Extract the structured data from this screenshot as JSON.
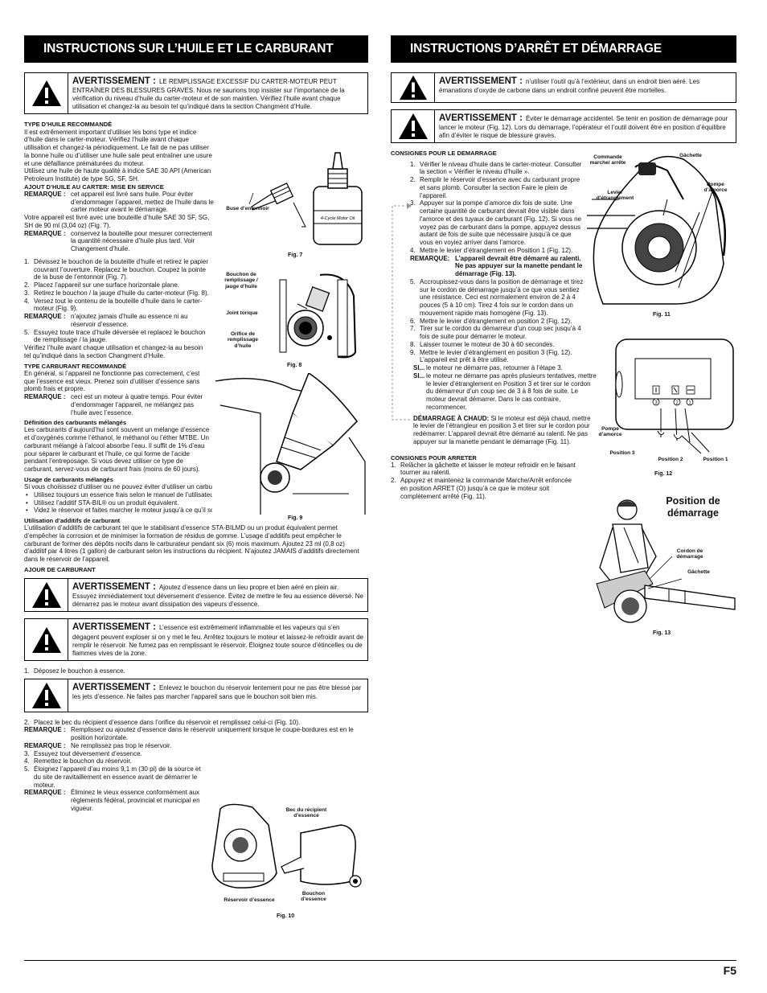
{
  "left": {
    "title": "INSTRUCTIONS SUR L’HUILE ET LE CARBURANT",
    "warn1": {
      "title": "AVERTISSEMENT :",
      "text": "LE REMPLISSAGE EXCESSIF DU CARTER-MOTEUR PEUT ENTRAÎNER DES BLESSURES GRAVES. Nous ne saurions trop insister sur l’importance de la vérification du niveau d’huile du carter-moteur et de son maintien. Vérifiez l’huile avant chaque utilisation et changez-la au besoin tel qu’indiqué dans la section Changment d’Huile."
    },
    "h_type_huile": "TYPE D’HUILE RECOMMANDÉ",
    "p_type_huile": "Il est extrêmement important d’utiliser les bons type et indice d’huile dans le carter-moteur. Vérifiez l’huile avant chaque utilisation et changez-la périodiquement. Le fait de ne pas utiliser la bonne huile ou d’utiliser une huile sale peut entraîner une usure et une défaillance prématurées du moteur.",
    "p_sae": "Utilisez une huile de haute qualité à indice SAE 30 API (American Petroleum Institute) de type SG, SF, SH.",
    "h_ajout_huile": "AJOUT D’HUILE AU CARTER: MISE EN SERVICE",
    "rem1_label": "REMARQUE :",
    "rem1_text": "cet appareil est livré sans huile. Pour éviter d’endommager l’appareil, mettez de l’huile dans le carter moteur avant le démarrage.",
    "p_bouteille": "Votre appareil est livré avec une bouteille d’huile SAE 30 SF, SG, SH de 90 ml (3,04 oz) (Fig. 7).",
    "rem2_label": "REMARQUE :",
    "rem2_text": "conservez la bouteille pour mesurer correctement la quantité nécessaire d’huile plus tard. Voir Changement d’huile.",
    "steps_huile": [
      {
        "n": "1.",
        "t": "Dévissez le bouchon de la bouteille d’huile et retirez le papier couvrant l’ouverture. Replacez le bouchon. Coupez la pointe de la buse de l’entonnoir (Fig. 7)."
      },
      {
        "n": "2.",
        "t": "Placez l’appareil sur une surface horizontale plane."
      },
      {
        "n": "3.",
        "t": "Retirez le bouchon / la jauge d’huile du carter-moteur (Fig. 8)."
      },
      {
        "n": "4.",
        "t": "Versez tout le contenu de la bouteille d’huile dans le carter-moteur (Fig. 9)."
      }
    ],
    "rem3_label": "REMARQUE :",
    "rem3_text": "n’ajoutez jamais d’huile au essence ni au réservoir d’essence.",
    "step5": {
      "n": "5.",
      "t": "Essuyez toute trace d’huile déversée et replacez le bouchon de remplissage / la jauge."
    },
    "p_verif": "Vérifiez l’huile avant chaque utilisation et changez-la au besoin tel qu’indiqué dans la section Changment d’Huile.",
    "h_type_carb": "TYPE CARBURANT RECOMMANDÉ",
    "p_type_carb": "En général, si l’appareil ne fonctionne pas correctement, c’est que l’essence est vieux. Prenez soin d’utiliser d’essence sans plomb frais et propre.",
    "rem4_label": "REMARQUE :",
    "rem4_text": "ceci est un moteur à quatre temps. Pour éviter d’endommager l’appareil, ne mélangez pas l’huile avec l’essence.",
    "h_def": "Définition des carburants mélangés",
    "p_def": "Les carburants d’aujourd’hui sont souvent un mélange d’essence et d’oxygénés comme l’éthanol, le méthanol ou l’éther MTBE. Un carburant mélangé à l’alcool absorbe l’eau. Il suffit de 1% d’eau pour séparer le carburant et l’huile, ce qui forme de l’acide pendant l’entreposage. Si vous devez utiliser ce type de carburant, servez-vous de carburant frais (moins de 60 jours).",
    "h_usage": "Usage de carburants mélangés",
    "p_usage": "Si vous choisissez d’utiliser ou ne pouvez éviter d’utiliser un carburant mélangé, suivez les conseils suivants :",
    "bullets": [
      "Utilisez toujours un essence frais selon le manuel de l’utilisateur.",
      "Utilisez l’additif STA-BIL® ou un produit équivalent.",
      "Videz le réservoir et faites marcher le moteur jusqu’à ce qu’il soit à sec avant d’entreposer l’appareil."
    ],
    "h_additifs": "Utilisation d’additifs de carburant",
    "p_additifs": "L’utilisation d’additifs de carburant tel que le stabilisant d’essence STA-BILMD ou un produit équivalent permet d’empêcher la corrosion et de minimiser la formation de résidus de gomme. L’usage d’additifs peut empêcher le carburant de former des dépôts nocifs dans le carburateur pendant six (6) mois maximum. Ajoutez 23 ml (0,8 oz) d’additif par 4 litres (1 gallon) de carburant selon les instructions du récipient. N’ajoutez JAMAIS d’additifs directement dans le réservoir de l’appareil.",
    "h_ajour": "AJOUR DE CARBURANT",
    "warn2": {
      "title": "AVERTISSEMENT :",
      "text": "Ajoutez d’essence dans un lieu propre et bien aéré en plein air. Essuyez immédiatement tout déversement d’essence. Évitez de mettre le feu au essence déversé. Ne démarrez pas le moteur avant dissipation des vapeurs d’essence."
    },
    "warn3": {
      "title": "AVERTISSEMENT :",
      "text": "L’essence est extrêmement inflammable et les vapeurs qui s’en dégagent peuvent exploser si on y met le feu. Arrêtez toujours le moteur et laissez-le refroidir avant de remplir le réservoir. Ne fumez pas en remplissant le réservoir. Éloignez toute source d’étincelles ou de flammes vives de la zone."
    },
    "step_bouchon": {
      "n": "1.",
      "t": "Déposez le bouchon à essence."
    },
    "warn4": {
      "title": "AVERTISSEMENT :",
      "text": "Enlevez le bouchon du réservoir lentement pour ne pas être blessé par les jets d’essence. Ne faites pas marcher l’appareil sans que le bouchon soit bien mis."
    },
    "step_bec": {
      "n": "2.",
      "t": "Placez le bec du récipient d’essence dans l’orifice du réservoir et remplissez celui-ci (Fig. 10)."
    },
    "rem5_label": "REMARQUE :",
    "rem5_text": "Remplissez ou ajoutez d’essence dans le réservoir uniquement lorsque le coupe-bordures est en le position horizontale.",
    "rem6_label": "REMARQUE :",
    "rem6_text": "Ne remplissez pas trop le réservoir.",
    "steps_fin": [
      {
        "n": "3.",
        "t": "Essuyez tout déversement d’essence."
      },
      {
        "n": "4.",
        "t": "Remettez le bouchon du réservoir."
      },
      {
        "n": "5.",
        "t": "Éloignez l’appareil d’au moins 9,1 m (30 pi) de la source et du site de ravitaillement en essence avant de démarrer le moteur."
      }
    ],
    "rem7_label": "REMARQUE :",
    "rem7_text": "Éliminez le vieux essence conformément aux règlements fédéral, provincial et municipal en vigueur.",
    "fig7": {
      "cap": "Fig. 7",
      "buse": "Buse d’entonnoir",
      "bottle": "4-Cycle Motor Oil"
    },
    "fig8": {
      "cap": "Fig. 8",
      "bouchon": "Bouchon de remplissage / jauge d’huile",
      "joint": "Joint torique",
      "orifice": "Orifice de remplissage d’huile"
    },
    "fig9": {
      "cap": "Fig. 9"
    },
    "fig10": {
      "cap": "Fig. 10",
      "bec": "Bec du récipient d’essence",
      "reservoir": "Réservoir d’essence",
      "bouchon": "Bouchon d’essence"
    }
  },
  "right": {
    "title": "INSTRUCTIONS D’ARRÊT ET DÉMARRAGE",
    "warn1": {
      "title": "AVERTISSEMENT :",
      "text": "n’utiliser l’outil qu’à l’extérieur, dans un endroit bien aéré. Les émanations d’oxyde de carbone dans un endroit confiné peuvent être mortelles."
    },
    "warn2": {
      "title": "AVERTISSEMENT :",
      "text": "Éviter le démarrage accidentel. Se tenir en position de démarrage pour lancer le moteur (Fig. 12). Lors du démarrage, l’opérateur et l’outil doivent être en position d’équilibre afin d’éviter le risque de blessure graves."
    },
    "h_consignes": "CONSIGNES POUR LE DEMARRAGE",
    "steps": [
      {
        "n": "1.",
        "t": "Vérifier le niveau d’huile dans le carter-moteur. Consulter la section « Vérifier le niveau d’huile »."
      },
      {
        "n": "2.",
        "t": "Remplir le réservoir d’essence avec du carburant propre et sans plomb. Consulter la section Faire le plein de l’appareil."
      },
      {
        "n": "3.",
        "t": "Appuyer sur la pompe d’amorce dix fois de suite. Une certaine quantité de carburant devrait être visible dans l’amorce et des tuyaux de carburant (Fig. 12). Si vous ne voyez pas de carburant dans la pompe, appuyez dessus autant de fois de suite que nécessaire jusqu’à ce que vous en voyiez arriver dans l’amorce."
      },
      {
        "n": "4.",
        "t": "Mettre le levier d’étranglement en Position 1 (Fig. 12)."
      }
    ],
    "rem_label": "REMARQUE:",
    "rem_text": "L’appareil devrait être démarré au ralenti. Ne pas appuyer sur la manette pendant le démarrage (Fig. 13).",
    "steps2": [
      {
        "n": "5.",
        "t": "Accroupissez-vous dans la position de démarrage et tirez sur le cordon de démarrage jusqu’à ce que vous sentiez une résistance. Ceci est normalement environ de 2 à 4 pouces (5 à 10 cm). Tirez 4 fois sur le cordon dans un mouvement rapide mais homogène (Fig. 13)."
      },
      {
        "n": "6.",
        "t": "Mettre le levier d’étranglement en position 2 (Fig. 12)."
      },
      {
        "n": "7.",
        "t": "Tirer sur le cordon du démarreur d’un coup sec jusqu’à 4 fois de suite pour démarrer le moteur."
      },
      {
        "n": "8.",
        "t": "Laisser tourner le moteur de 30 à 60 secondes."
      },
      {
        "n": "9.",
        "t": "Mettre le levier d’étranglement en position 3 (Fig. 12). L’appareil est prêt à être utilisé."
      }
    ],
    "si1_label": "SI...",
    "si1_text": "le moteur ne démarre pas, retourner à l’étape 3.",
    "si2_label": "SI...",
    "si2_text": "le moteur ne démarre pas après plusieurs tentatives, mettre le levier d’étranglement en Position 3 et tirer sur le cordon du démarreur d’un coup sec de 3 à 8 fois de suite. Le moteur devrait démarrer. Dans le cas contraire, recommencer.",
    "chaud_label": "DÉMARRAGE À CHAUD:",
    "chaud_text": "Si le moteur est déjà chaud, mettre le levier de l’étrangleur en position 3 et tirer sur le cordon pour redémarrer. L’appareil devrait être démarré au ralenti. Ne pas appuyer sur la manette pendant le démarrage (Fig. 11).",
    "h_arreter": "CONSIGNES POUR ARRETER",
    "steps_arret": [
      {
        "n": "1.",
        "t": "Relâcher la gâchette et laisser le moteur refroidir en le faisant tourner au ralenti."
      },
      {
        "n": "2.",
        "t": "Appuyez et maintenez la commande Marche/Arrêt enfoncée en position ARRET (O) jusqu’à ce que le moteur soit complètement arrêté (Fig. 11)."
      }
    ],
    "fig11": {
      "cap": "Fig. 11",
      "commande": "Commande marche/ arrête",
      "gachette": "Gâchette",
      "levier": "Levier d’étranglement",
      "pompe": "Pompe d’amorce"
    },
    "fig12": {
      "cap": "Fig. 12",
      "pompe": "Pompe d’amorce",
      "pos3": "Position 3",
      "pos2": "Position 2",
      "pos1": "Position 1",
      "n3": "3",
      "n2": "2",
      "n1": "1"
    },
    "fig13": {
      "cap": "Fig. 13",
      "position": "Position de démarrage",
      "cordon": "Cordon de démarrage",
      "gachette": "Gâchette"
    }
  },
  "footer": {
    "page": "F5"
  }
}
